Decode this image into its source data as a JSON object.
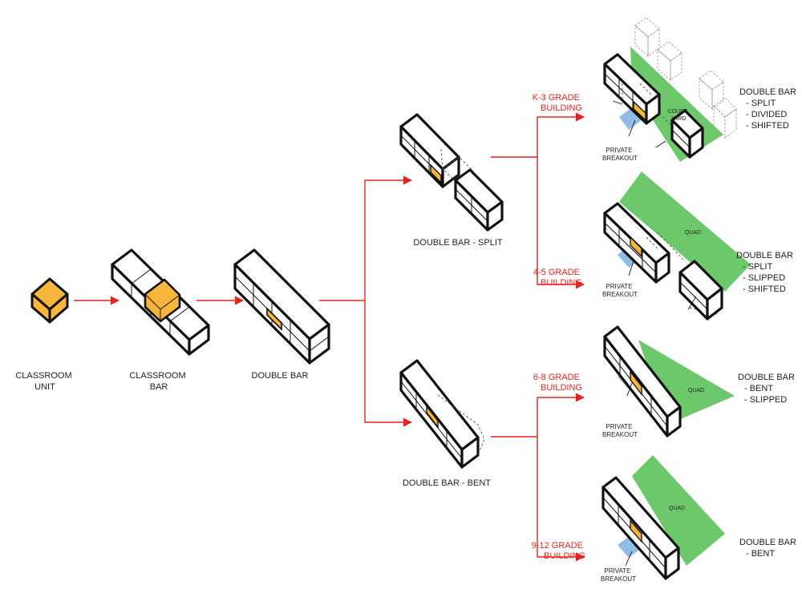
{
  "colors": {
    "unit": "#f6b53b",
    "arrow": "#e52421",
    "quad": "#6dc86b",
    "breakout": "#8fbde4",
    "line": "#111111"
  },
  "stages": {
    "classroom_unit": [
      "CLASSROOM",
      "UNIT"
    ],
    "classroom_bar": [
      "CLASSROOM",
      "BAR"
    ],
    "double_bar": "DOUBLE BAR",
    "split": "DOUBLE BAR - SPLIT",
    "bent": "DOUBLE BAR - BENT"
  },
  "buildings": [
    {
      "grade": [
        "K-3 GRADE",
        "BUILDING"
      ],
      "breakout": [
        "PRIVATE",
        "BREAKOUT"
      ],
      "space": [
        "COURT",
        "YARD"
      ],
      "scheme": [
        "DOUBLE BAR",
        "- SPLIT",
        "- DIVIDED",
        "- SHIFTED"
      ]
    },
    {
      "grade": [
        "4-5 GRADE",
        "BUILDING"
      ],
      "breakout": [
        "PRIVATE",
        "BREAKOUT"
      ],
      "space": [
        "QUAD"
      ],
      "scheme": [
        "DOUBLE BAR",
        "- SPLIT",
        "- SLIPPED",
        "- SHIFTED"
      ]
    },
    {
      "grade": [
        "6-8 GRADE",
        "BUILDING"
      ],
      "breakout": [
        "PRIVATE",
        "BREAKOUT"
      ],
      "space": [
        "QUAD"
      ],
      "scheme": [
        "DOUBLE BAR",
        "- BENT",
        "- SLIPPED"
      ]
    },
    {
      "grade": [
        "9-12 GRADE",
        "BUILDING"
      ],
      "breakout": [
        "PRIVATE",
        "BREAKOUT"
      ],
      "space": [
        "QUAD"
      ],
      "scheme": [
        "DOUBLE BAR",
        "- BENT"
      ]
    }
  ]
}
